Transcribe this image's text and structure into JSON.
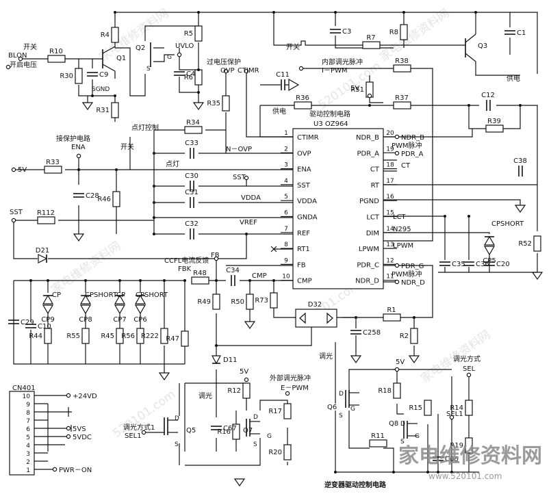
{
  "diagram": {
    "title": "逆变器驱动控制电路",
    "ic": {
      "name": "驱动控制电路",
      "ref": "U3 OZ964",
      "left_pins": [
        {
          "num": "1",
          "name": "CTIMR"
        },
        {
          "num": "2",
          "name": "OVP"
        },
        {
          "num": "3",
          "name": "ENA"
        },
        {
          "num": "4",
          "name": "SST"
        },
        {
          "num": "5",
          "name": "VDDA"
        },
        {
          "num": "6",
          "name": "GNDA"
        },
        {
          "num": "7",
          "name": "REF"
        },
        {
          "num": "8",
          "name": "RT1"
        },
        {
          "num": "9",
          "name": "FB"
        },
        {
          "num": "10",
          "name": "CMP"
        }
      ],
      "right_pins": [
        {
          "num": "20",
          "name": "NDR_B"
        },
        {
          "num": "19",
          "name": "PDR_A"
        },
        {
          "num": "18",
          "name": "CT"
        },
        {
          "num": "17",
          "name": "RT"
        },
        {
          "num": "16",
          "name": "PGND"
        },
        {
          "num": "15",
          "name": "LCT"
        },
        {
          "num": "14",
          "name": "DIM"
        },
        {
          "num": "13",
          "name": "LPWM"
        },
        {
          "num": "12",
          "name": "PDR_C"
        },
        {
          "num": "11",
          "name": "NDR_D"
        }
      ]
    },
    "resistors": [
      "R1",
      "R2",
      "R4",
      "R5",
      "R6",
      "R7",
      "R8",
      "R10",
      "R11",
      "R12",
      "R14",
      "R15",
      "R16",
      "R17",
      "R18",
      "R19",
      "R20",
      "R30",
      "R31",
      "R33",
      "R34",
      "R35",
      "R36",
      "R37",
      "R38",
      "R39",
      "R44",
      "R45",
      "R46",
      "R47",
      "R48",
      "R49",
      "R50",
      "R51",
      "R52",
      "R55",
      "R56",
      "R73",
      "R112",
      "R222"
    ],
    "capacitors": [
      "C1",
      "C3",
      "C4",
      "C9",
      "C10",
      "C11",
      "C12",
      "C20",
      "C28",
      "C29",
      "C30",
      "C31",
      "C32",
      "C33",
      "C34",
      "C35",
      "C36",
      "C38",
      "C66",
      "C67",
      "C258"
    ],
    "transistors": [
      "Q1",
      "Q2",
      "Q3",
      "Q5",
      "Q6",
      "Q7",
      "Q8"
    ],
    "diodes": [
      "D11",
      "D21",
      "D32",
      "CP5",
      "CP6",
      "CP7",
      "CP8",
      "CP9"
    ],
    "labels": {
      "blon": "BLON",
      "start_voltage": "开启电压",
      "switch": "开关",
      "sgnd": "SGND",
      "uvlo": "UVLO",
      "g": "G",
      "s": "S",
      "d": "D",
      "overvoltage": "过电压保护",
      "ovp": "OVP",
      "ctimr": "CTIMR",
      "internal_pwm": "内部调光脉冲",
      "i_pwm": "I－PWM",
      "v5": "5V",
      "supply": "供电",
      "ignite_control": "点灯控制",
      "protect_circuit": "接保护电路",
      "ena": "ENA",
      "n_ovp": "N－OVP",
      "ignite": "点灯",
      "sst": "SST",
      "vdda": "VDDA",
      "vref": "VREF",
      "ccfl_feedback": "CCFL电流反馈",
      "fbk": "FBK",
      "fb": "FB",
      "cmp": "CMP",
      "ndr_b": "NDR_B",
      "pdr_a": "PDR_A",
      "pwm_pulse": "PWM脉冲",
      "ct": "CT",
      "lct": "LCT",
      "n295": "N295",
      "lpwm": "LPWM",
      "pdr_g": "PDR_G",
      "ndr_d": "NDR_D",
      "cpshort": "CPSHORT",
      "cp": "CP",
      "ext_pwm": "外部调光脉冲",
      "e_pwm": "E－PWM",
      "dimming": "调光",
      "dim_mode": "调光方式",
      "dim_mode1": "调光方式1",
      "sel": "SEL",
      "sel1": "SEL1",
      "connector": "CN401",
      "c24vd": "+24VD",
      "c5vs": "5VS",
      "c5vdc": "5VDC",
      "pwr_on": "PWR－ON"
    },
    "connector_pins": [
      "10",
      "9",
      "8",
      "7",
      "6",
      "5",
      "4",
      "3",
      "2",
      "1"
    ],
    "watermarks": [
      "家电维修资料网",
      "520101.com"
    ],
    "brand": "家电维修资料网",
    "brand_url": "www.520101.com"
  }
}
